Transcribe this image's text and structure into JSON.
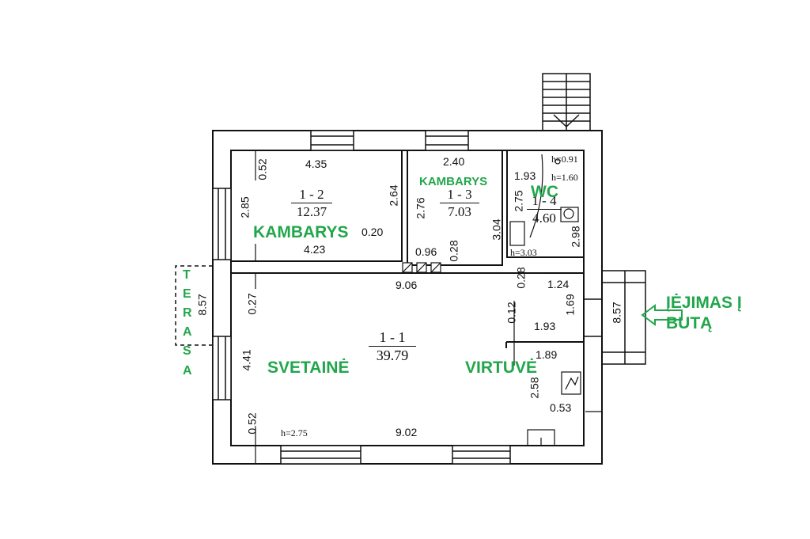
{
  "rooms": {
    "r12": {
      "id": "1 - 2",
      "area": "12.37",
      "label": "KAMBARYS"
    },
    "r13": {
      "id": "1 - 3",
      "area": "7.03",
      "label": "KAMBARYS"
    },
    "r14": {
      "id": "1 - 4",
      "area": "4.60",
      "label": "WC"
    },
    "r11": {
      "id": "1 - 1",
      "area": "39.79",
      "label_living": "SVETAINĖ",
      "label_kitchen": "VIRTUVĖ"
    }
  },
  "terrace": {
    "letters": [
      "T",
      "E",
      "R",
      "A",
      "S",
      "A"
    ],
    "dim": "8.57"
  },
  "entrance": {
    "line1": "ĮĖJIMAS Į",
    "line2": "BUTĄ",
    "dim": "8.57"
  },
  "heights": {
    "wc_top": "h=0.91",
    "wc_mid": "h=1.60",
    "wc_bottom": "h=3.03",
    "living": "h=2.75"
  },
  "dims": {
    "r12_top": "4.35",
    "r12_left_top": "0.52",
    "r12_left": "2.85",
    "r12_right": "2.64",
    "r12_bottom": "4.23",
    "r12_step": "0.20",
    "r13_top": "2.40",
    "r13_left": "2.76",
    "r13_right": "3.04",
    "r13_bottom": "0.96",
    "r13_small": "0.28",
    "wc_inner1": "1.93",
    "wc_inner2": "2.75",
    "wc_right": "2.98",
    "living_top": "9.06",
    "living_left_top": "0.27",
    "living_left": "4.41",
    "living_left_bottom": "0.52",
    "living_bottom": "9.02",
    "hall_small": "0.28",
    "hall_top": "1.24",
    "hall_vert": "1.69",
    "hall_mid": "1.93",
    "hall_left": "0.12",
    "kitchen_top": "1.89",
    "kitchen_vert": "2.58",
    "kitchen_small": "0.53"
  }
}
